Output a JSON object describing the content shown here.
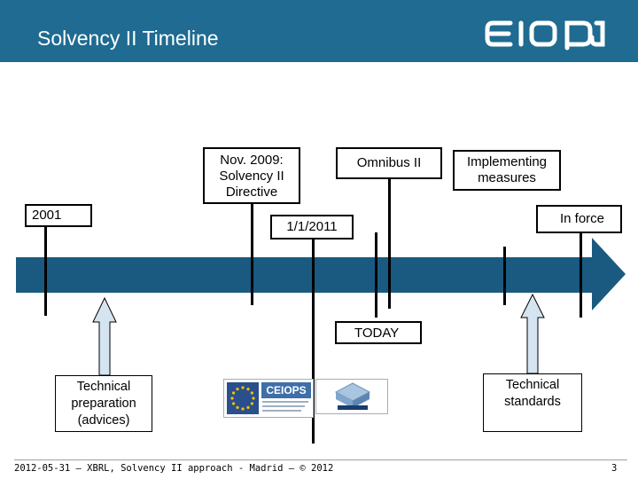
{
  "slide": {
    "title": "Solvency II Timeline",
    "logo_text": "eiopa"
  },
  "timeline": {
    "arrow_color": "#1a5a80",
    "milestones": {
      "start": "2001",
      "directive": "Nov. 2009: Solvency II Directive",
      "effective": "1/1/2011",
      "omnibus": "Omnibus II",
      "implementing": "Implementing measures",
      "in_force": "In force",
      "today": "TODAY"
    },
    "callouts": {
      "left": "Technical preparation (advices)",
      "right": "Technical standards"
    }
  },
  "logos": {
    "ceiops": "CEIOPS"
  },
  "footer": {
    "text": "2012-05-31 – XBRL, Solvency II approach - Madrid – © 2012",
    "page": "3"
  }
}
